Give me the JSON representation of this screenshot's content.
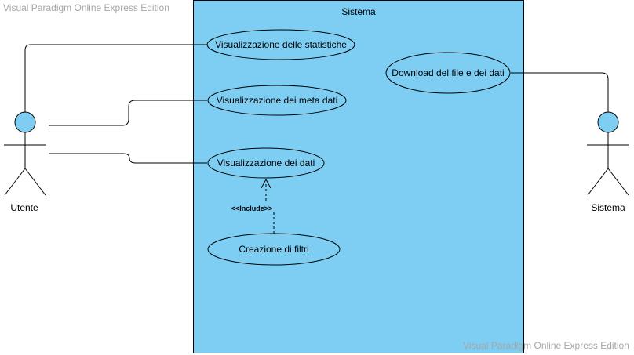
{
  "watermark": {
    "top": "Visual Paradigm Online Express Edition",
    "bottom": "Visual Paradigm Online Express Edition"
  },
  "system": {
    "title": "Sistema"
  },
  "actors": {
    "user": "Utente",
    "system": "Sistema"
  },
  "use_cases": {
    "statistics": "Visualizzazione delle statistiche",
    "metadata": "Visualizzazione dei meta dati",
    "data": "Visualizzazione dei dati",
    "filters": "Creazione di filtri",
    "download": "Download del file e dei dati"
  },
  "relations": {
    "include": "<<Include>>"
  },
  "colors": {
    "system_fill": "#7ecef4",
    "actor_fill": "#7ecef4",
    "usecase_fill": "#7ecef4",
    "stroke": "#000000",
    "watermark": "#a6a6a6"
  }
}
